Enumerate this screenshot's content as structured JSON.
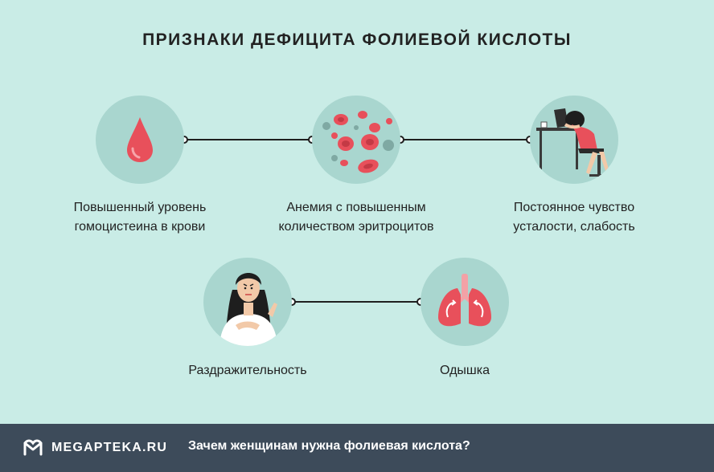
{
  "title": "ПРИЗНАКИ ДЕФИЦИТА ФОЛИЕВОЙ КИСЛОТЫ",
  "signs": [
    {
      "line1": "Повышенный уровень",
      "line2": "гомоцистеина в крови",
      "icon": "blood-drop-icon"
    },
    {
      "line1": "Анемия с повышенным",
      "line2": "количеством эритроцитов",
      "icon": "red-blood-cells-icon"
    },
    {
      "line1": "Постоянное чувство",
      "line2": "усталости, слабость",
      "icon": "tired-woman-at-desk-icon"
    },
    {
      "line1": "Раздражительность",
      "line2": "",
      "icon": "irritated-woman-icon"
    },
    {
      "line1": "Одышка",
      "line2": "",
      "icon": "lungs-icon"
    }
  ],
  "footer": {
    "brand": "MEGAPTEKA.RU",
    "article_title": "Зачем женщинам нужна фолиевая кислота?"
  },
  "colors": {
    "background": "#c9ece6",
    "circle": "#a9d6cf",
    "accent_red": "#e8505b",
    "footer": "#3d4b5a"
  }
}
